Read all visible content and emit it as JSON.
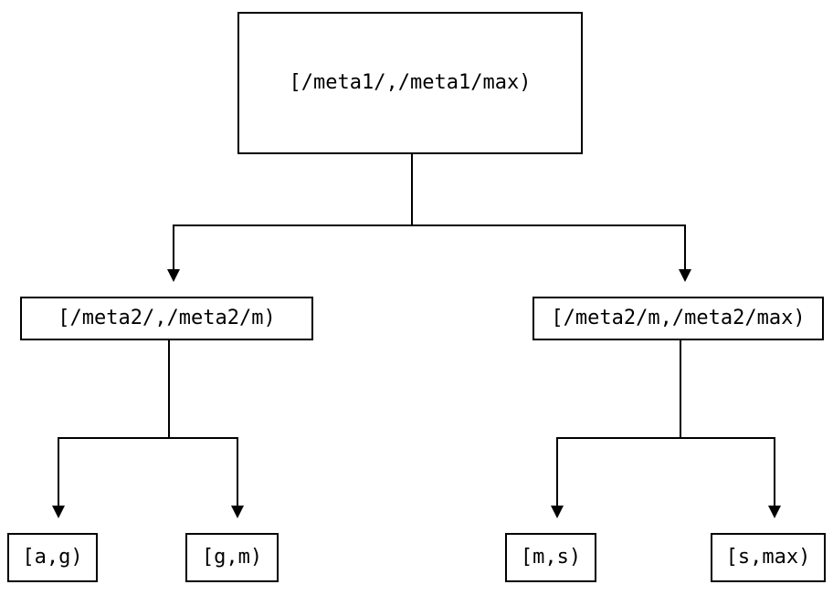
{
  "diagram": {
    "type": "tree",
    "description": "Key-range partition tree",
    "nodes": {
      "root": {
        "id": "root",
        "label": "[/meta1/,/meta1/max)"
      },
      "meta2_low": {
        "id": "meta2_low",
        "label": "[/meta2/,/meta2/m)"
      },
      "meta2_high": {
        "id": "meta2_high",
        "label": "[/meta2/m,/meta2/max)"
      },
      "leaf_ag": {
        "id": "leaf_ag",
        "label": "[a,g)"
      },
      "leaf_gm": {
        "id": "leaf_gm",
        "label": "[g,m)"
      },
      "leaf_ms": {
        "id": "leaf_ms",
        "label": "[m,s)"
      },
      "leaf_smax": {
        "id": "leaf_smax",
        "label": "[s,max)"
      }
    },
    "edges": [
      {
        "from": "root",
        "to": "meta2_low"
      },
      {
        "from": "root",
        "to": "meta2_high"
      },
      {
        "from": "meta2_low",
        "to": "leaf_ag"
      },
      {
        "from": "meta2_low",
        "to": "leaf_gm"
      },
      {
        "from": "meta2_high",
        "to": "leaf_ms"
      },
      {
        "from": "meta2_high",
        "to": "leaf_smax"
      }
    ],
    "colors": {
      "line": "#000000",
      "text": "#000000",
      "node_fill": "#ffffff",
      "background": "#ffffff"
    }
  }
}
